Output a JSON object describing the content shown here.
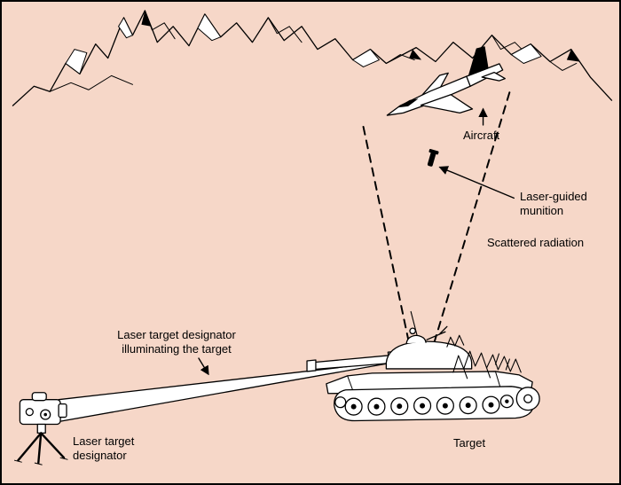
{
  "diagram": {
    "labels": {
      "aircraft": "Aircraft",
      "laser_guided_munition": "Laser-guided munition",
      "scattered_radiation": "Scattered radiation",
      "beam_caption": "Laser target designator illuminating the target",
      "designator": "Laser target designator",
      "target": "Target"
    },
    "colors": {
      "background": "#f6d7c8",
      "line": "#000000",
      "fill": "#ffffff"
    }
  }
}
